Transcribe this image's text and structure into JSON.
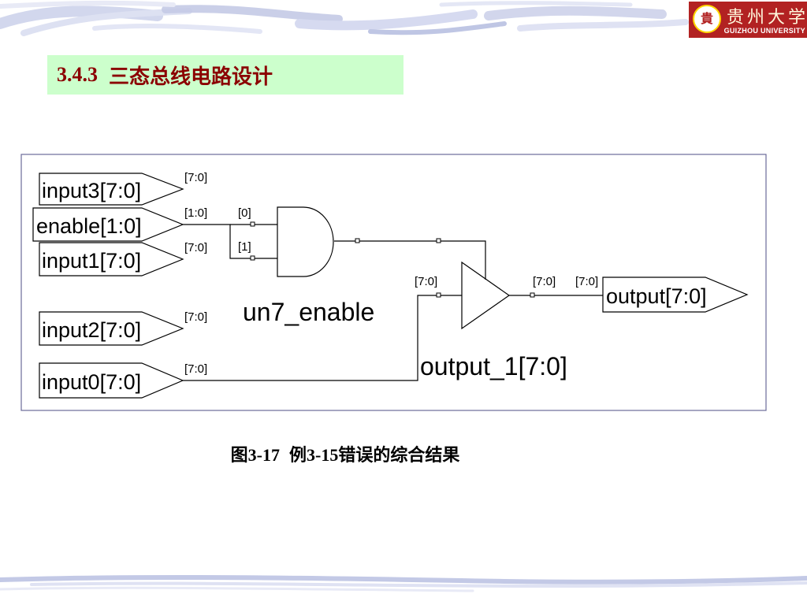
{
  "logo": {
    "seal_text": "貴",
    "name_cn": "贵州大学",
    "name_en": "GUIZHOU UNIVERSITY"
  },
  "slide": {
    "section_number": "3.4.3",
    "section_title": "三态总线电路设计"
  },
  "caption": {
    "figure_label": "图3-17",
    "figure_text": "例3-15错误的综合结果"
  },
  "schematic": {
    "ports": {
      "input3": "input3[7:0]",
      "enable": "enable[1:0]",
      "input1": "input1[7:0]",
      "input2": "input2[7:0]",
      "input0": "input0[7:0]",
      "output": "output[7:0]"
    },
    "bus_labels": {
      "input3": "[7:0]",
      "enable": "[1:0]",
      "input1": "[7:0]",
      "input2": "[7:0]",
      "input0": "[7:0]",
      "enable_bit0": "[0]",
      "enable_bit1": "[1]",
      "buffer_in": "[7:0]",
      "buffer_out": "[7:0]",
      "output_in": "[7:0]"
    },
    "instances": {
      "and_gate": "un7_enable",
      "buffer": "output_1[7:0]"
    }
  },
  "colors": {
    "title_bg": "#ccffcc",
    "title_text": "#8b0000",
    "frame_border": "#6a6a9a",
    "logo_bg": "#b22222"
  }
}
